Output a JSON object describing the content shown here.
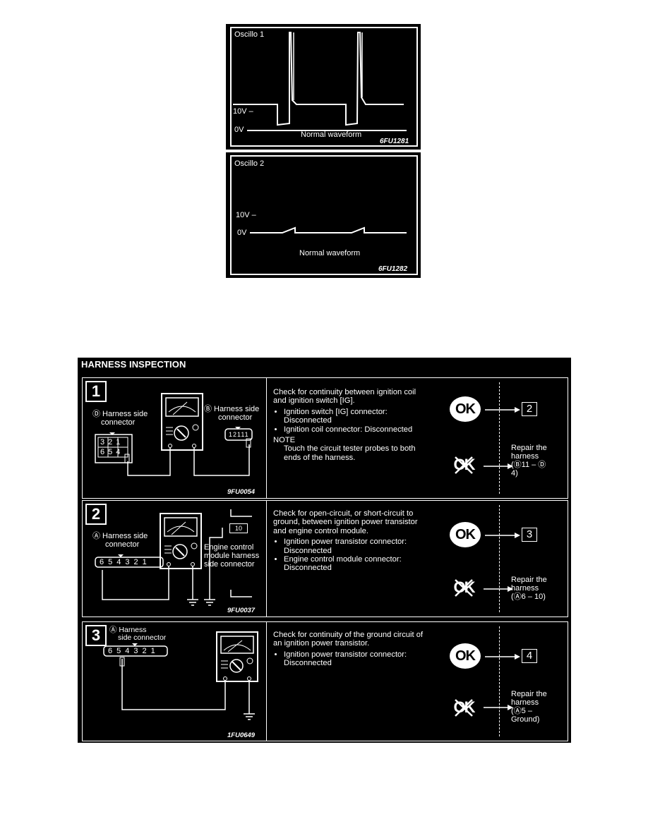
{
  "oscillo1": {
    "title": "Oscillo 1",
    "v10": "10V",
    "v0": "0V",
    "caption": "Normal waveform",
    "code": "6FU1281"
  },
  "oscillo2": {
    "title": "Oscillo 2",
    "v10": "10V",
    "v0": "0V",
    "caption": "Normal waveform",
    "code": "6FU1282"
  },
  "harness": {
    "title": "HARNESS INSPECTION",
    "steps": [
      {
        "number": "1",
        "left_label": [
          "Ⓓ Harness side",
          "connector"
        ],
        "right_label": [
          "Ⓑ Harness side",
          "connector"
        ],
        "pins_top": [
          "3",
          "2",
          "1"
        ],
        "pins_bottom": [
          "6",
          "5",
          "4"
        ],
        "pins_right": "12111",
        "code": "9FU0054",
        "check": "Check for continuity between ignition coil and ignition switch [IG].",
        "bullets": [
          "Ignition switch [IG] connector: Disconnected",
          "Ignition coil connector: Disconnected"
        ],
        "note_head": "NOTE",
        "note_body": "Touch the circuit tester probes to both ends of the harness.",
        "ok": "OK",
        "ng": "OK",
        "next": "2",
        "repair": [
          "Repair the",
          "harness",
          "(Ⓑ11 – Ⓓ",
          "4)"
        ]
      },
      {
        "number": "2",
        "left_label": [
          "Ⓐ Harness side",
          "connector"
        ],
        "right_label": [
          "Engine control",
          "module harness",
          "side connector"
        ],
        "pins_row": "654321",
        "pin_box": "10",
        "code": "9FU0037",
        "check": "Check for open-circuit, or short-circuit to ground, between ignition power transistor and engine control module.",
        "bullets": [
          "Ignition power transistor connector: Disconnected",
          "Engine control module connector: Disconnected"
        ],
        "ok": "OK",
        "ng": "OK",
        "next": "3",
        "repair": [
          "Repair the",
          "harness",
          "(Ⓐ6 – 10)"
        ]
      },
      {
        "number": "3",
        "left_label": [
          "Ⓐ Harness",
          "side connector"
        ],
        "pins_row": "654321",
        "code": "1FU0649",
        "check": "Check for continuity of the ground circuit of an ignition power transistor.",
        "bullets": [
          "Ignition power transistor connector: Disconnected"
        ],
        "ok": "OK",
        "ng": "OK",
        "next": "4",
        "repair": [
          "Repair the",
          "harness",
          "(Ⓐ5 –",
          "Ground)"
        ]
      }
    ]
  }
}
